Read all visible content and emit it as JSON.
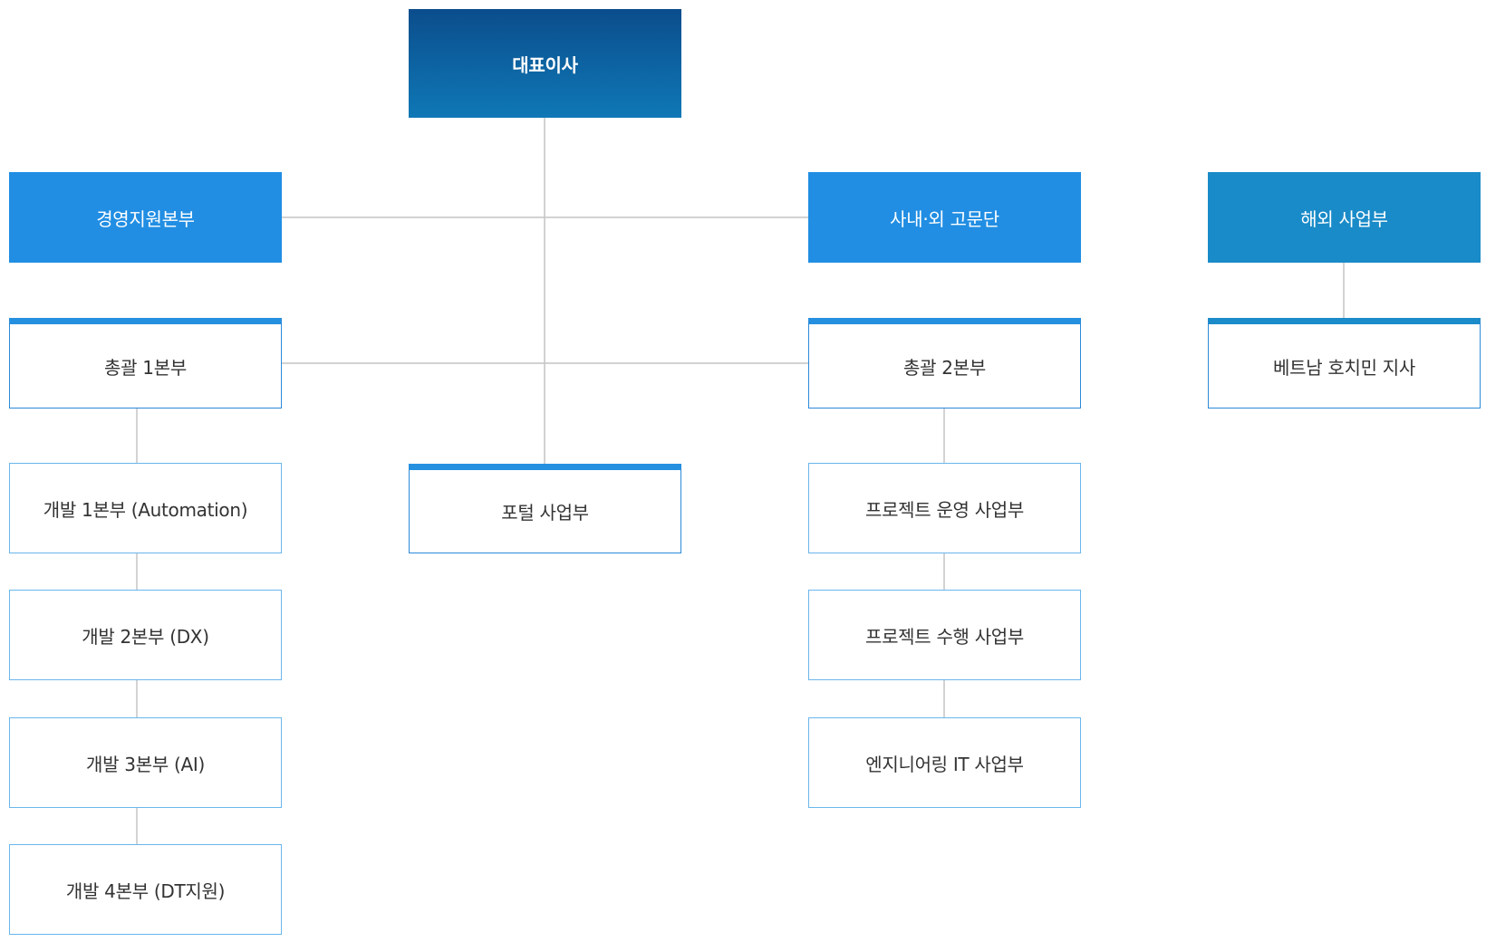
{
  "org_chart": {
    "ceo": {
      "label": "대표이사"
    },
    "management_support": {
      "label": "경영지원본부"
    },
    "advisory": {
      "label": "사내·외 고문단"
    },
    "overseas": {
      "label": "해외 사업부"
    },
    "general_1": {
      "label": "총괄 1본부"
    },
    "general_2": {
      "label": "총괄 2본부"
    },
    "vietnam": {
      "label": "베트남 호치민 지사"
    },
    "portal": {
      "label": "포털 사업부"
    },
    "dev_1": {
      "label": "개발 1본부 (Automation)"
    },
    "dev_2": {
      "label": "개발 2본부 (DX)"
    },
    "dev_3": {
      "label": "개발 3본부 (AI)"
    },
    "dev_4": {
      "label": "개발 4본부 (DT지원)"
    },
    "project_ops": {
      "label": "프로젝트 운영 사업부"
    },
    "project_exec": {
      "label": "프로젝트 수행 사업부"
    },
    "engineering_it": {
      "label": "엔지니어링 IT 사업부"
    }
  },
  "colors": {
    "ceo_gradient_top": "#0b4d8c",
    "ceo_gradient_bottom": "#0f78b6",
    "primary_blue": "#218ee3",
    "overseas_blue": "#198bc8",
    "accent_bar": "#2690e0",
    "box_border": "#6ab6ec",
    "connector": "#c4c4c4"
  }
}
